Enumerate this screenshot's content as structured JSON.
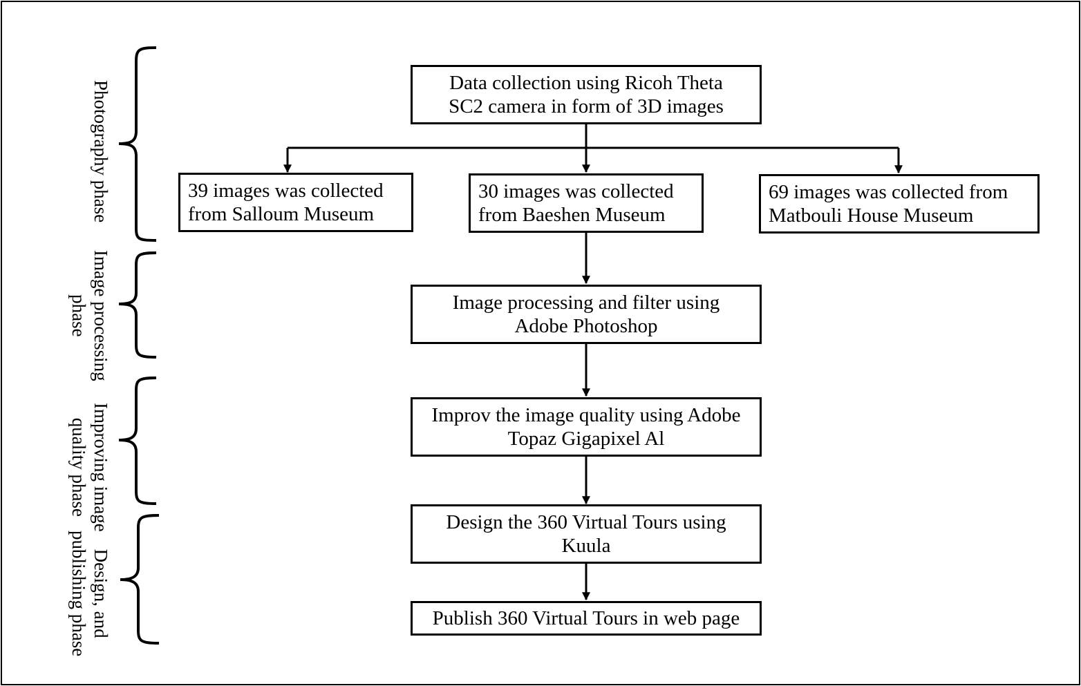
{
  "flowchart": {
    "boxes": {
      "data_collection": [
        "Data collection using Ricoh Theta",
        "SC2 camera in form of 3D images"
      ],
      "salloum": [
        "39 images was collected",
        "from Salloum Museum"
      ],
      "baeshen": [
        "30 images was collected",
        "from Baeshen Museum"
      ],
      "matbouli": [
        "69 images was collected from",
        "Matbouli House Museum"
      ],
      "processing": [
        "Image processing and filter using",
        "Adobe Photoshop"
      ],
      "improve": [
        "Improv the image quality using Adobe",
        "Topaz Gigapixel Al"
      ],
      "design": [
        "Design the 360 Virtual Tours using",
        "Kuula"
      ],
      "publish": [
        "Publish 360 Virtual Tours in web page"
      ]
    },
    "phases": {
      "photography": [
        "Photography phase"
      ],
      "image_processing": [
        "Image processing",
        "phase"
      ],
      "improving": [
        "Improving image",
        "quality phase"
      ],
      "design_publishing": [
        "Design, and",
        "publishing phase"
      ]
    },
    "line_color": "#000000"
  }
}
